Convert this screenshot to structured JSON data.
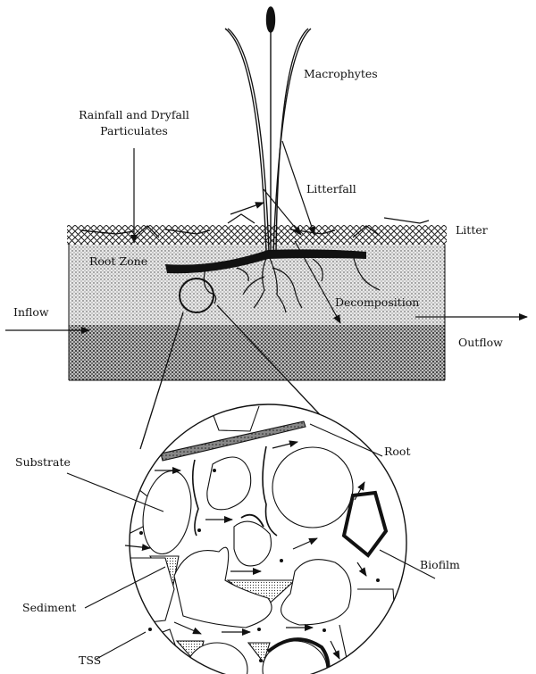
{
  "diagram": {
    "title": "Constructed wetland processes with pore-scale detail",
    "colors": {
      "ink": "#111111",
      "background": "#ffffff",
      "stipple": "#555555"
    },
    "labels": {
      "macrophytes": "Macrophytes",
      "rainfall_line1": "Rainfall and Dryfall",
      "rainfall_line2": "Particulates",
      "litterfall": "Litterfall",
      "litter": "Litter",
      "root_zone": "Root Zone",
      "inflow": "Inflow",
      "outflow": "Outflow",
      "decomposition": "Decomposition",
      "substrate": "Substrate",
      "root": "Root",
      "sediment": "Sediment",
      "biofilm": "Biofilm",
      "tss": "TSS"
    }
  }
}
